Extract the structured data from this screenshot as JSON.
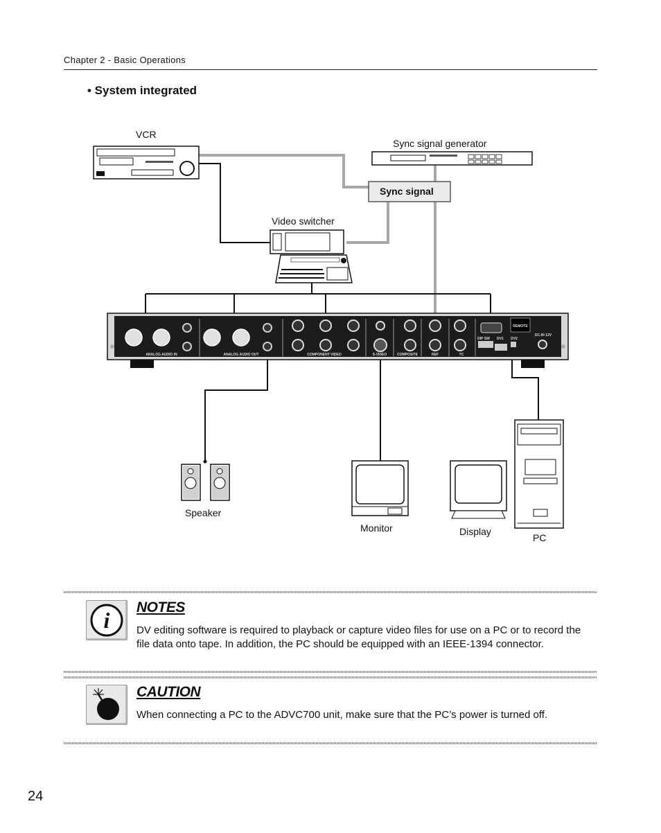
{
  "header": {
    "chapter": "Chapter 2 - Basic Operations"
  },
  "section": {
    "title": "• System integrated"
  },
  "diagram": {
    "labels": {
      "vcr": "VCR",
      "sync_generator": "Sync signal generator",
      "sync_signal": "Sync signal",
      "video_switcher": "Video switcher",
      "speaker": "Speaker",
      "monitor": "Monitor",
      "display": "Display",
      "pc": "PC"
    },
    "panel_labels": {
      "analog_audio_in": "ANALOG AUDIO IN",
      "analog_audio_out": "ANALOG AUDIO OUT",
      "component_video": "COMPONENT VIDEO",
      "s_video": "S-VIDEO",
      "composite": "COMPOSITE",
      "ref": "REF",
      "tc": "TC",
      "remote": "REMOTE",
      "dc_in": "DC-IN 12V",
      "dip_sw": "DIP SW",
      "dv1": "DV1",
      "dv2": "DV2"
    },
    "colors": {
      "sync_line": "#a8a8a8",
      "signal_line": "#111111"
    }
  },
  "notes": {
    "icon": "info-icon",
    "title": "NOTES",
    "text": "DV editing software is required to playback or capture video files for use on a PC or to record the file data onto tape. In addition, the PC should be equipped with an IEEE-1394 connector."
  },
  "caution": {
    "icon": "bomb-icon",
    "title": "CAUTION",
    "text": "When connecting a PC to the ADVC700 unit, make sure that the PC’s power is turned off."
  },
  "footer": {
    "page_number": "24"
  }
}
